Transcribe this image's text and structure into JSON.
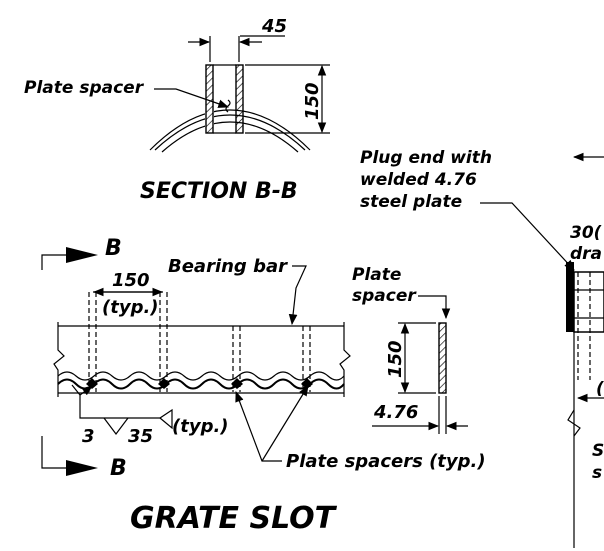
{
  "section": {
    "title": "SECTION B-B",
    "dim_width": "45",
    "dim_height": "150",
    "label_plate_spacer": "Plate spacer"
  },
  "grate": {
    "title": "GRATE SLOT",
    "section_marker": "B",
    "dim_spacing": "150",
    "dim_spacing_note": "(typ.)",
    "label_bearing_bar": "Bearing bar",
    "weld_size_a": "3",
    "weld_size_b": "35",
    "weld_note": "(typ.)",
    "label_plate_spacers": "Plate spacers (typ.)"
  },
  "plate_detail": {
    "label_line1": "Plate",
    "label_line2": "spacer",
    "dim_height": "150",
    "dim_thickness": "4.76"
  },
  "right_detail": {
    "label_line1": "Plug end with",
    "label_line2": "welded 4.76",
    "label_line3": "steel plate",
    "partial_1": "30(",
    "partial_2": "dra",
    "partial_3": "S",
    "partial_4": "s",
    "partial_5": "("
  }
}
